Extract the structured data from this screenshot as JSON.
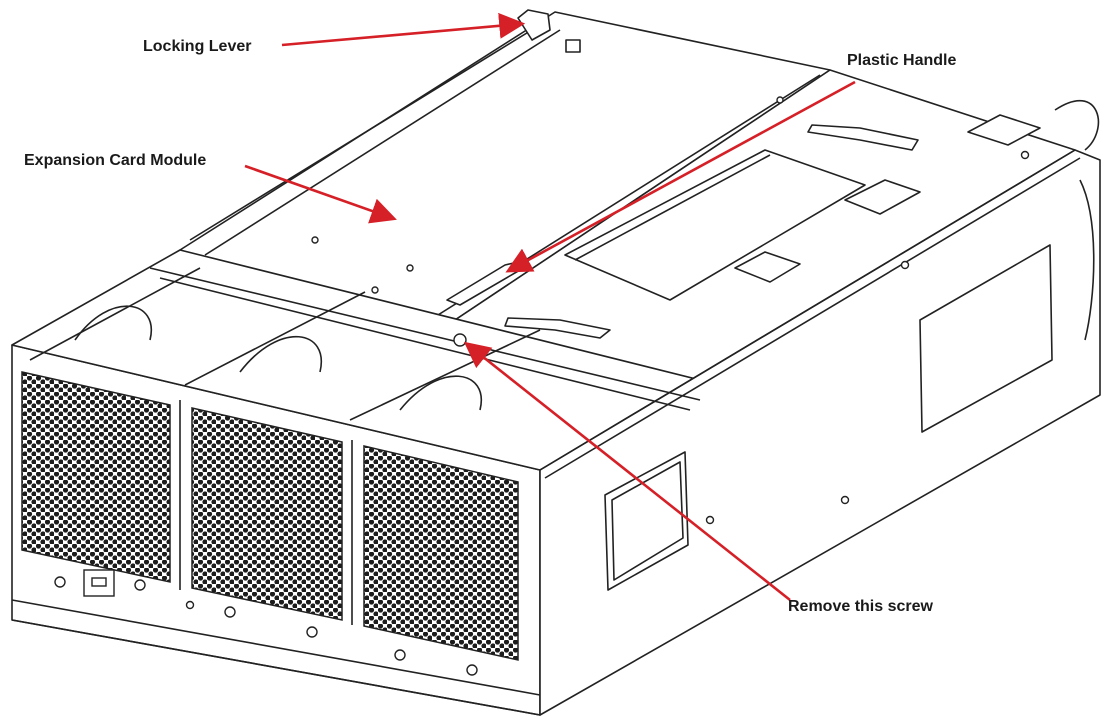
{
  "callouts": {
    "locking_lever": "Locking Lever",
    "plastic_handle": "Plastic Handle",
    "expansion_card_module": "Expansion Card Module",
    "remove_screw": "Remove this screw"
  },
  "colors": {
    "arrow": "#d62027",
    "line": "#222222",
    "background": "#ffffff"
  },
  "icons": {
    "fan_grille": "hex-mesh-circle",
    "arrow_head": "triangle-arrowhead"
  }
}
